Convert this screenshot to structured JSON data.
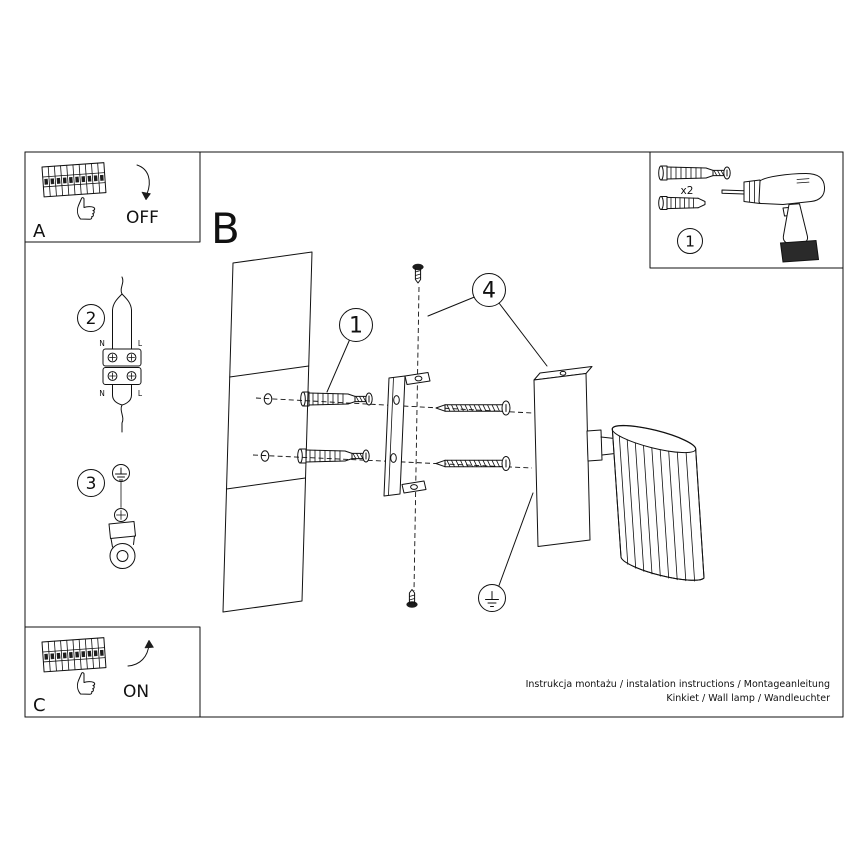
{
  "colors": {
    "ink": "#111111",
    "paper": "#ffffff",
    "dark_fill": "#1c1c1c"
  },
  "steps": {
    "a": {
      "label": "A",
      "switch_state": "OFF"
    },
    "b": {
      "label": "B"
    },
    "c": {
      "label": "C",
      "switch_state": "ON"
    }
  },
  "callouts": {
    "anchors": "1",
    "wiring": "2",
    "ground": "3",
    "fixing_screws": "4",
    "parts_box": "1"
  },
  "parts_box": {
    "anchor_quantity": "x2"
  },
  "terminal_labels": {
    "n_top": "N",
    "l_top": "L",
    "n_bottom": "N",
    "l_bottom": "L"
  },
  "footer": {
    "line1": "Instrukcja montażu / instalation instructions / Montageanleitung",
    "line2": "Kinkiet / Wall lamp / Wandleuchter"
  }
}
